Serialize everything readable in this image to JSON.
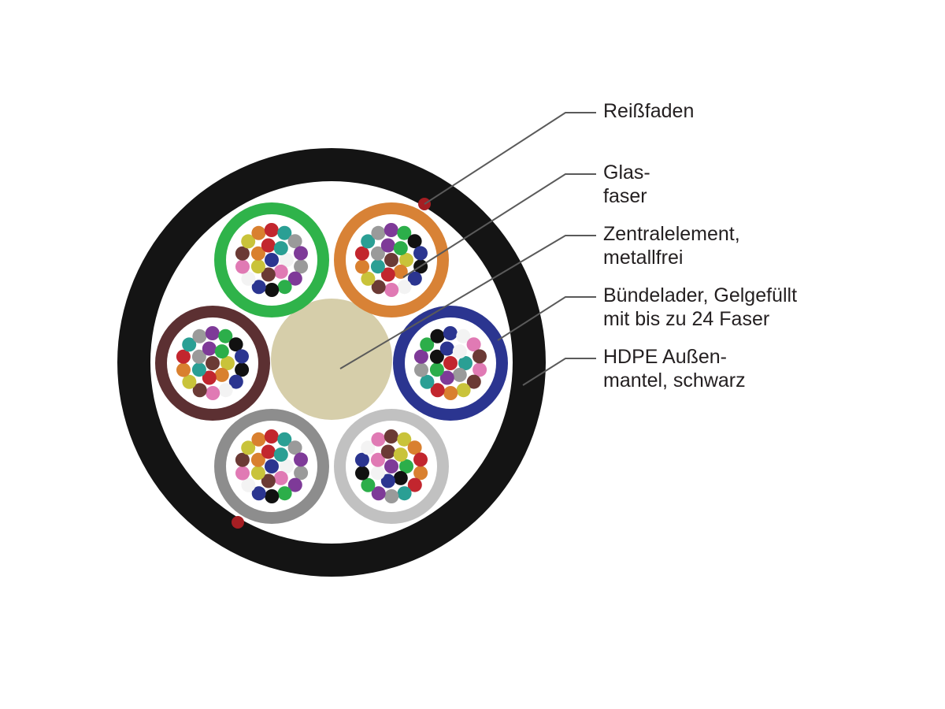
{
  "colors": {
    "jacket": "#141414",
    "inner_fill": "#ffffff",
    "central_element": "#d6ceaa",
    "ripcord": "#a51e23",
    "leader_line": "#5a5a5a",
    "tube_green": "#2fb34a",
    "tube_orange": "#d88236",
    "tube_brown": "#5c3032",
    "tube_blue": "#2b3590",
    "tube_gray": "#8d8d8d",
    "tube_lightgray": "#c1c1c1",
    "fiber_palette": [
      "#2b3590",
      "#d9802f",
      "#2cae4a",
      "#6b3a35",
      "#9a9a9a",
      "#f3f3f3",
      "#c2262e",
      "#111111",
      "#c9c33a",
      "#7e3a98",
      "#e07ab4",
      "#2a9f94"
    ]
  },
  "labels": [
    {
      "id": "ripcord",
      "lines": [
        "Reißfaden"
      ]
    },
    {
      "id": "glass-fiber",
      "lines": [
        "Glas-",
        "faser"
      ]
    },
    {
      "id": "central-element",
      "lines": [
        "Zentralelement,",
        "metallfrei"
      ]
    },
    {
      "id": "buffer-tube",
      "lines": [
        "Bündelader, Gelgefüllt",
        "mit bis zu 24 Faser"
      ]
    },
    {
      "id": "outer-jacket",
      "lines": [
        "HDPE Außen-",
        "mantel, schwarz"
      ]
    }
  ],
  "tubes": [
    {
      "id": "green",
      "color_key": "tube_green"
    },
    {
      "id": "orange",
      "color_key": "tube_orange"
    },
    {
      "id": "blue",
      "color_key": "tube_blue"
    },
    {
      "id": "lightgray",
      "color_key": "tube_lightgray"
    },
    {
      "id": "gray",
      "color_key": "tube_gray"
    },
    {
      "id": "brown",
      "color_key": "tube_brown"
    }
  ]
}
